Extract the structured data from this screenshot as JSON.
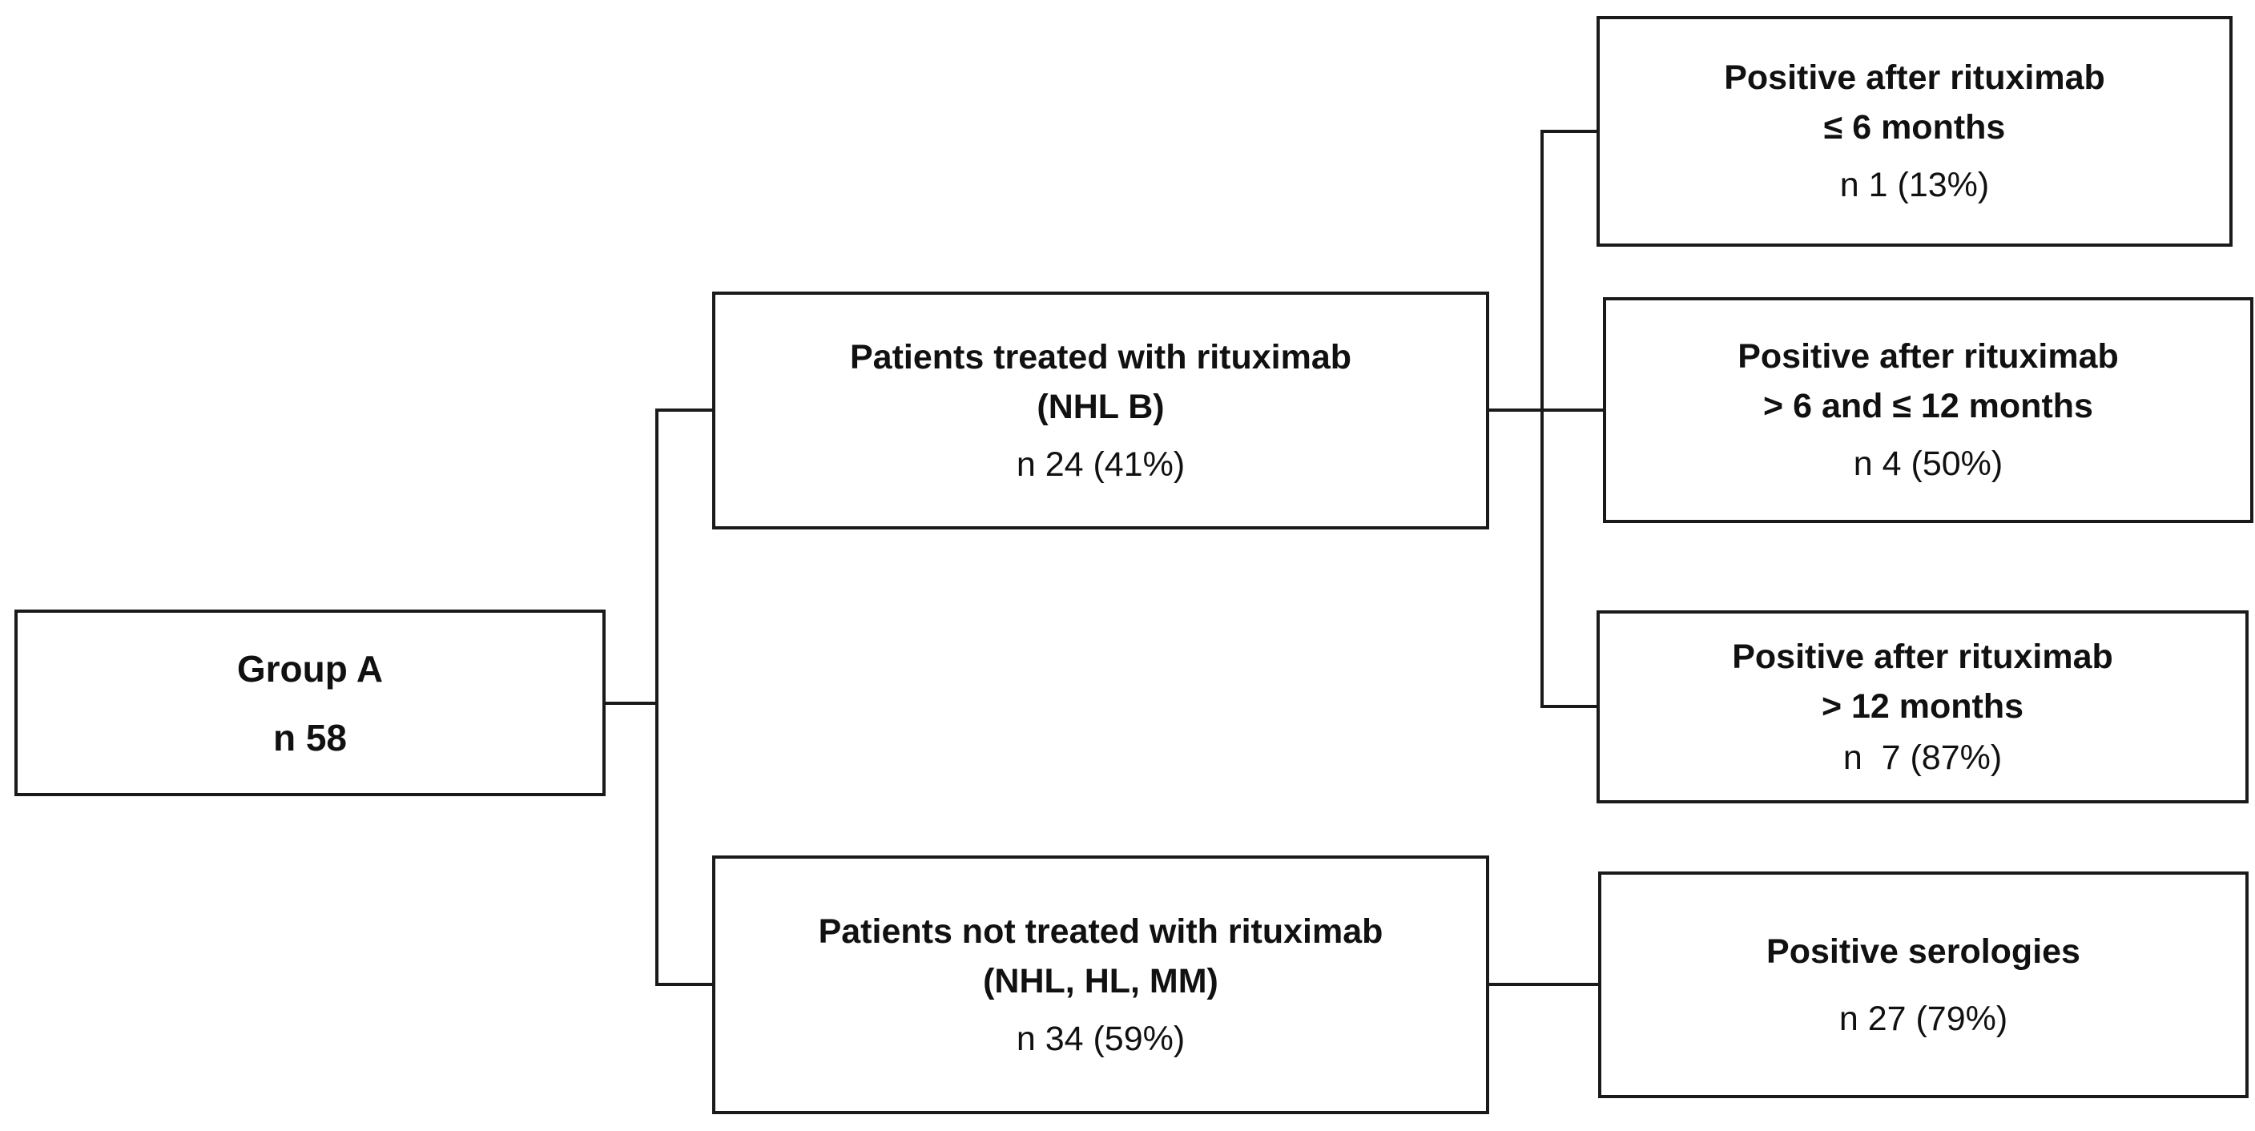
{
  "diagram": {
    "nodes": {
      "group_a": {
        "title": "Group A",
        "count": "n 58"
      },
      "treated": {
        "title": "Patients treated with rituximab",
        "subtitle": "(NHL B)",
        "count": "n 24 (41%)"
      },
      "not_treated": {
        "title": "Patients not treated with rituximab",
        "subtitle": "(NHL, HL, MM)",
        "count": "n 34 (59%)"
      },
      "positive_le6": {
        "title": "Positive after rituximab",
        "subtitle": "≤ 6 months",
        "count": "n 1 (13%)"
      },
      "positive_6to12": {
        "title": "Positive after rituximab",
        "subtitle": "> 6 and ≤ 12 months",
        "count": "n 4 (50%)"
      },
      "positive_gt12": {
        "title": "Positive after rituximab",
        "subtitle": "> 12 months",
        "count": "n  7 (87%)"
      },
      "positive_serologies": {
        "title": "Positive serologies",
        "count": "n 27 (79%)"
      }
    },
    "edges": [
      {
        "from": "Group A",
        "to": "Patients treated with rituximab"
      },
      {
        "from": "Group A",
        "to": "Patients not treated with rituximab"
      },
      {
        "from": "Patients treated with rituximab",
        "to": "Positive after rituximab ≤ 6 months"
      },
      {
        "from": "Patients treated with rituximab",
        "to": "Positive after rituximab > 6 and ≤ 12 months"
      },
      {
        "from": "Patients treated with rituximab",
        "to": "Positive after rituximab > 12 months"
      },
      {
        "from": "Patients not treated with rituximab",
        "to": "Positive serologies"
      }
    ],
    "line_color": "#1a1a1a"
  }
}
